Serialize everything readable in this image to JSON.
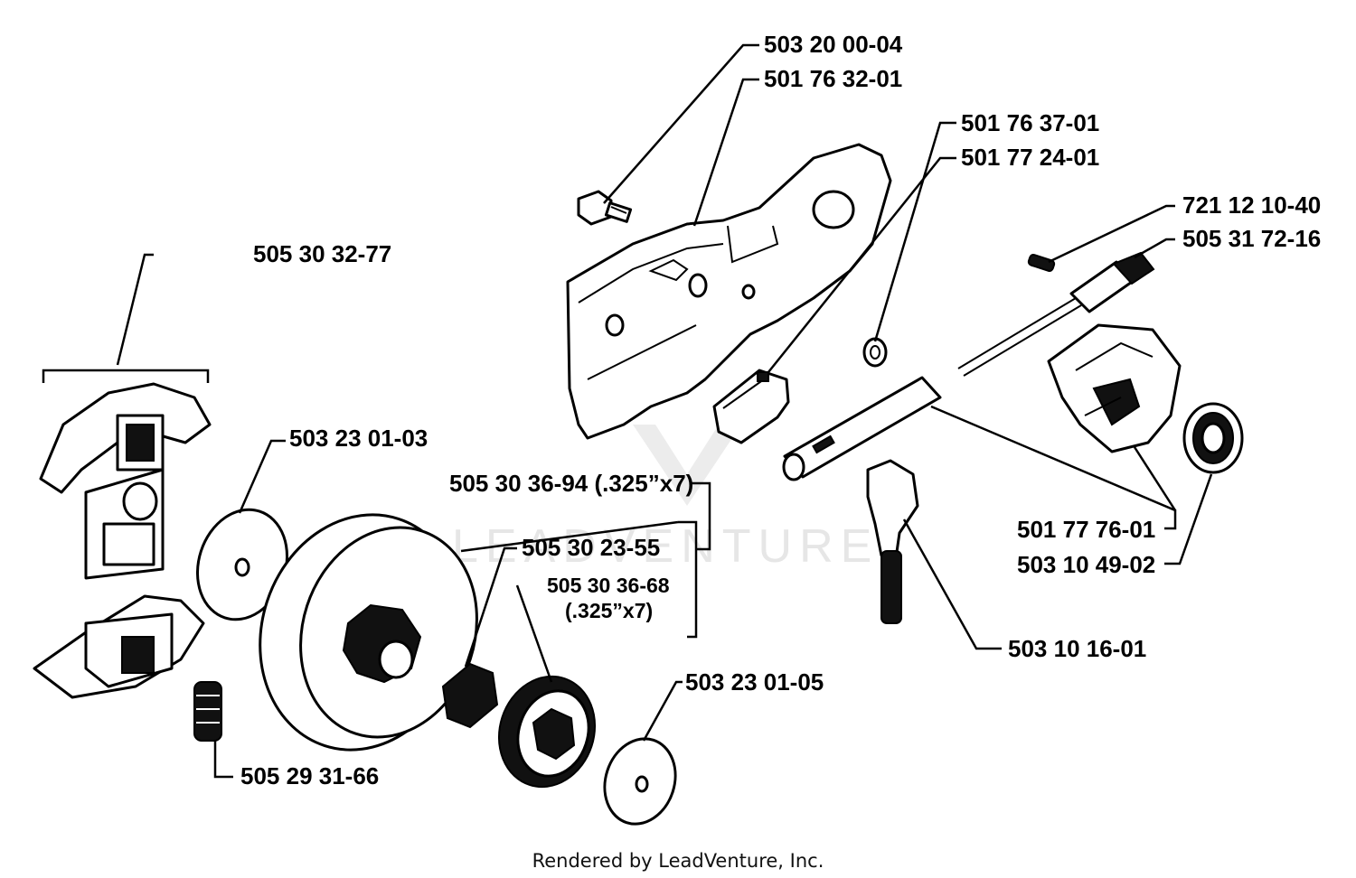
{
  "watermark": "LEADVENTURE",
  "credit": "Rendered by LeadVenture, Inc.",
  "labels": {
    "l1": "503 20 00-04",
    "l2": "501 76 32-01",
    "l3": "501 76 37-01",
    "l4": "501 77 24-01",
    "l5": "721 12 10-40",
    "l6": "505 31 72-16",
    "l7": "505 30 32-77",
    "l8": "503 23 01-03",
    "l9": "505 30 36-94 (.325”x7)",
    "l10": "505 30 23-55",
    "l11": "505 30 36-68",
    "l11b": "(.325”x7)",
    "l12": "501 77 76-01",
    "l13": "503 10 49-02",
    "l14": "503 10 16-01",
    "l15": "503 23 01-05",
    "l16": "505 29 31-66"
  }
}
